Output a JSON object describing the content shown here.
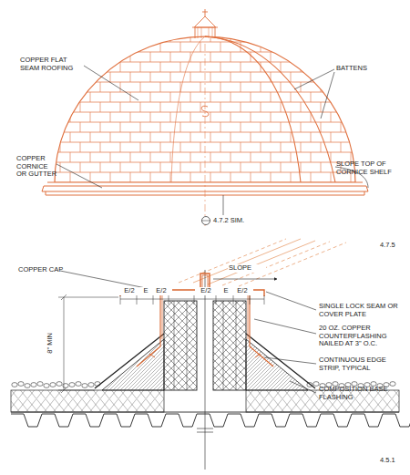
{
  "diagram": {
    "labels": [
      "COPPER FLAT SEAM ROOFING",
      "BATTENS",
      "COPPER CORNICE OR GUTTER",
      "SLOPE TOP OF CORNICE SHELF",
      "4.7.2 SIM.",
      "4.7.5",
      "COPPER CAP",
      "SLOPE",
      "SINGLE LOCK SEAM OR COVER PLATE",
      "20 OZ. COPPER COUNTERFLASHING NAILED AT 3\" O.C.",
      "CONTINUOUS EDGE STRIP, TYPICAL",
      "COMPOSITION BASE FLASHING",
      "8\" MIN",
      "E/2",
      "E",
      "E/2",
      "E/2",
      "E",
      "E/2",
      "4.5.1"
    ]
  }
}
